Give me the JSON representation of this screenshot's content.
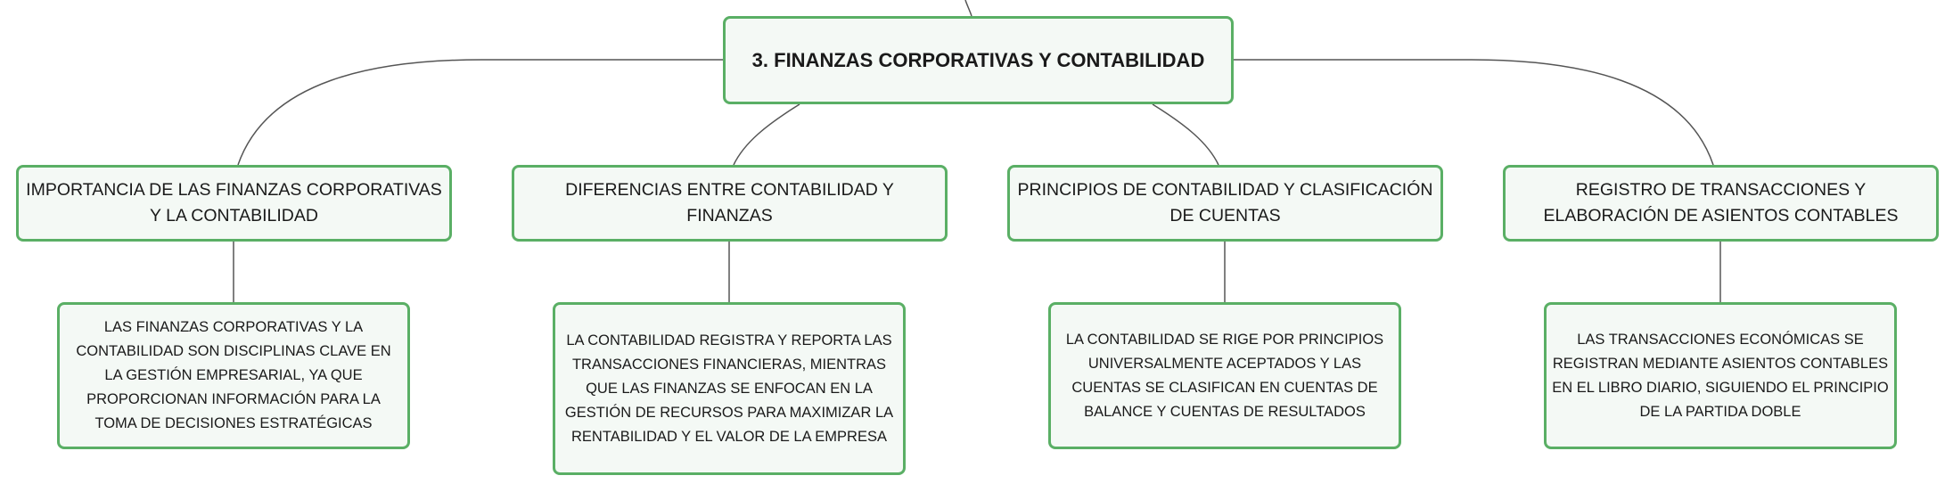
{
  "root": {
    "label": "3. FINANZAS CORPORATIVAS Y CONTABILIDAD"
  },
  "topics": [
    {
      "title": "IMPORTANCIA DE LAS FINANZAS CORPORATIVAS Y LA CONTABILIDAD",
      "detail": "LAS FINANZAS CORPORATIVAS Y LA CONTABILIDAD SON DISCIPLINAS CLAVE EN LA GESTIÓN EMPRESARIAL, YA QUE PROPORCIONAN INFORMACIÓN PARA LA TOMA DE DECISIONES ESTRATÉGICAS"
    },
    {
      "title": "DIFERENCIAS ENTRE CONTABILIDAD Y FINANZAS",
      "detail": "LA CONTABILIDAD REGISTRA Y REPORTA LAS TRANSACCIONES FINANCIERAS, MIENTRAS QUE LAS FINANZAS SE ENFOCAN EN LA GESTIÓN DE RECURSOS PARA MAXIMIZAR LA RENTABILIDAD Y EL VALOR DE LA EMPRESA"
    },
    {
      "title": "PRINCIPIOS DE CONTABILIDAD Y CLASIFICACIÓN DE CUENTAS",
      "detail": "LA CONTABILIDAD SE RIGE POR PRINCIPIOS UNIVERSALMENTE ACEPTADOS Y LAS CUENTAS SE CLASIFICAN EN CUENTAS DE BALANCE Y CUENTAS DE RESULTADOS"
    },
    {
      "title": "REGISTRO DE TRANSACCIONES Y ELABORACIÓN DE ASIENTOS CONTABLES",
      "detail": "LAS TRANSACCIONES ECONÓMICAS SE REGISTRAN MEDIANTE ASIENTOS CONTABLES EN EL LIBRO DIARIO, SIGUIENDO EL PRINCIPIO DE LA PARTIDA DOBLE"
    }
  ],
  "colors": {
    "node_border": "#5aaf65",
    "node_fill": "#f4f9f5",
    "connector": "#555555"
  }
}
